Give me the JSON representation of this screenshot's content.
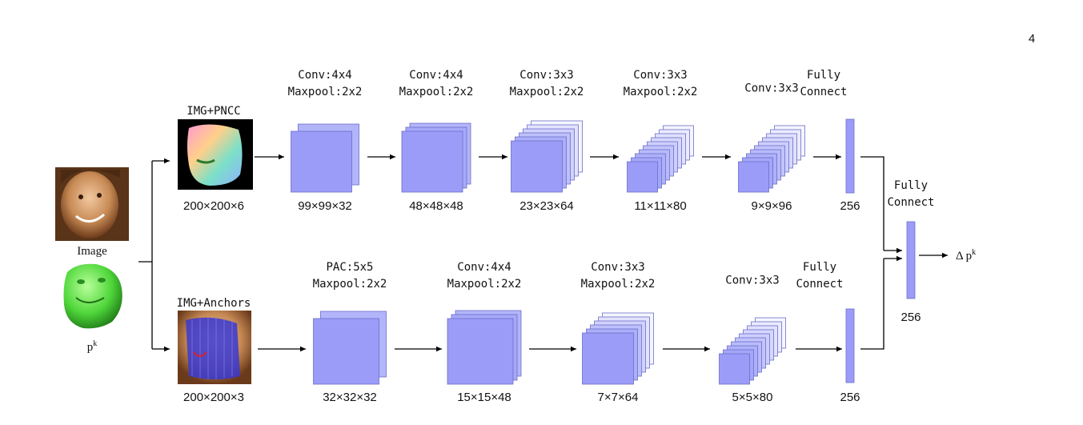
{
  "page_number": "4",
  "colors": {
    "layer_fill": "#9a9cf8",
    "layer_stroke": "#6b6ec9",
    "arrow": "#000000"
  },
  "inputs": {
    "image_label": "Image",
    "pk_label": "p",
    "pk_sup": "k"
  },
  "top_branch": {
    "input_caption": "IMG+PNCC",
    "input_dims": "200×200×6",
    "layers": [
      {
        "op1": "Conv:4x4",
        "op2": "Maxpool:2x2",
        "dims": "99×99×32"
      },
      {
        "op1": "Conv:4x4",
        "op2": "Maxpool:2x2",
        "dims": "48×48×48"
      },
      {
        "op1": "Conv:3x3",
        "op2": "Maxpool:2x2",
        "dims": "23×23×64"
      },
      {
        "op1": "Conv:3x3",
        "op2": "Maxpool:2x2",
        "dims": "11×11×80"
      },
      {
        "op1": "Conv:3x3",
        "op2": "",
        "dims": "9×9×96"
      }
    ],
    "fc": {
      "op1": "Fully",
      "op2": "Connect",
      "dims": "256"
    }
  },
  "bottom_branch": {
    "input_caption": "IMG+Anchors",
    "input_dims": "200×200×3",
    "layers": [
      {
        "op1": "PAC:5x5",
        "op2": "Maxpool:2x2",
        "dims": "32×32×32"
      },
      {
        "op1": "Conv:4x4",
        "op2": "Maxpool:2x2",
        "dims": "15×15×48"
      },
      {
        "op1": "Conv:3x3",
        "op2": "Maxpool:2x2",
        "dims": "7×7×64"
      },
      {
        "op1": "Conv:3x3",
        "op2": "",
        "dims": "5×5×80"
      }
    ],
    "fc": {
      "op1": "Fully",
      "op2": "Connect",
      "dims": "256"
    }
  },
  "merge": {
    "fc": {
      "op1": "Fully",
      "op2": "Connect",
      "dims": "256"
    },
    "output_prefix": "Δ p",
    "output_sup": "k"
  }
}
